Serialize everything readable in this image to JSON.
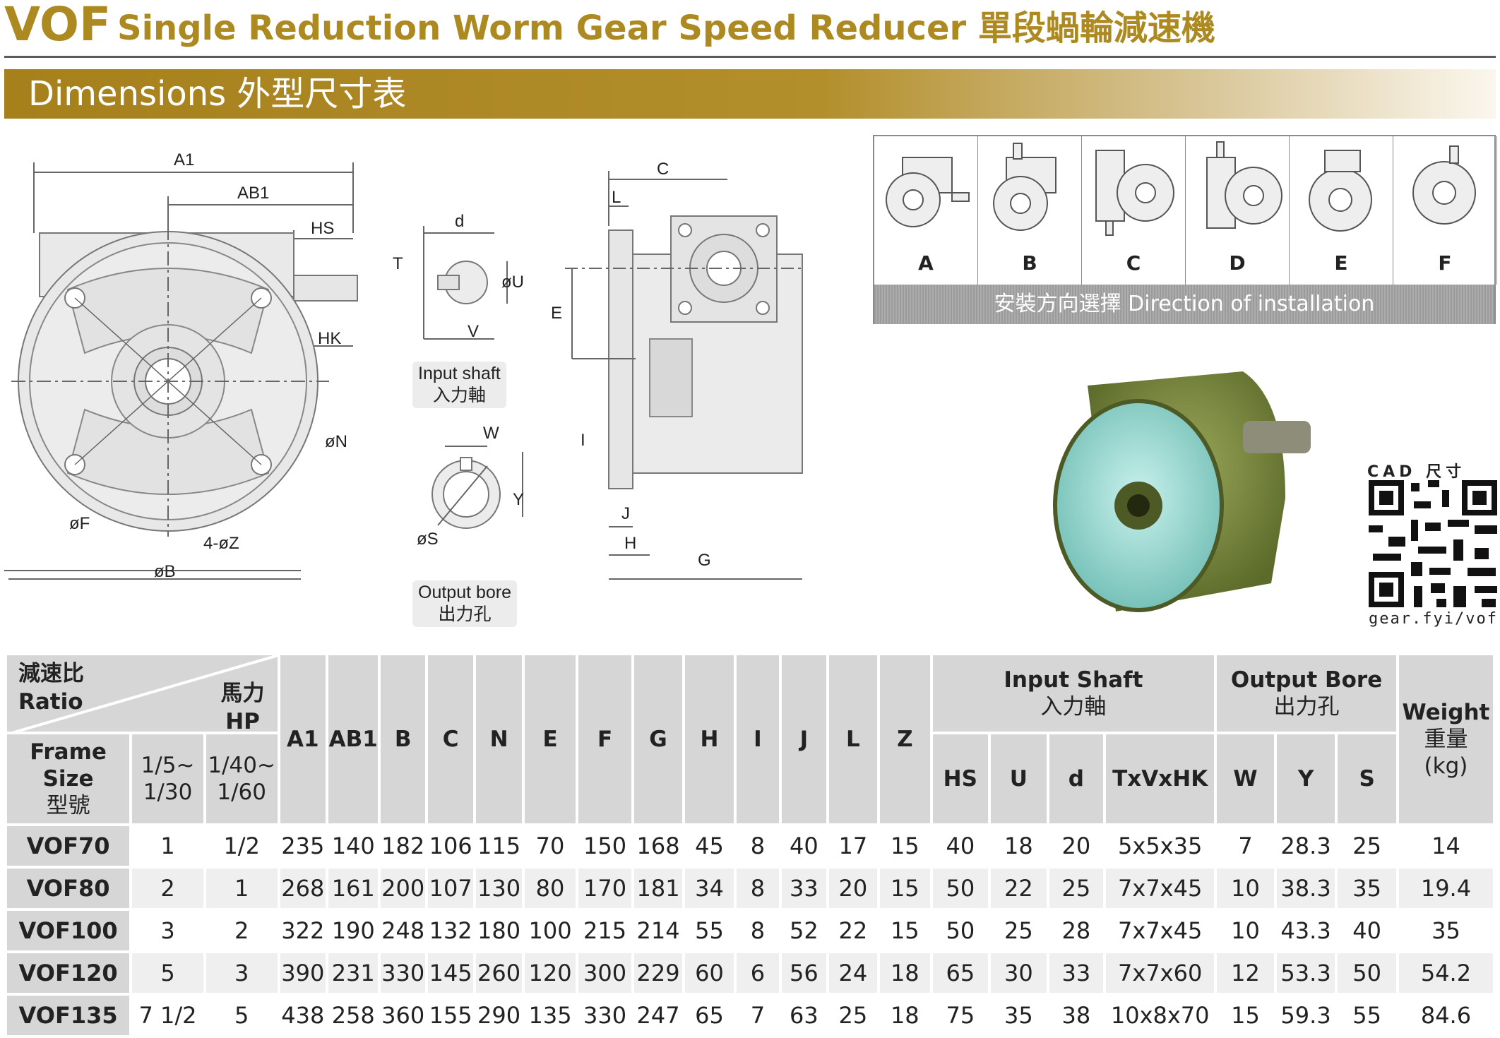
{
  "header": {
    "code": "VOF",
    "title": "Single Reduction Worm Gear Speed Reducer 單段蝸輪減速機",
    "section": "Dimensions 外型尺寸表"
  },
  "drawing_labels": {
    "front": [
      "A1",
      "AB1",
      "HS",
      "HK",
      "øN",
      "øF",
      "4-øZ",
      "øB"
    ],
    "input_shaft": {
      "d": "d",
      "T": "T",
      "U": "øU",
      "V": "V",
      "caption_en": "Input shaft",
      "caption_zh": "入力軸"
    },
    "output_bore": {
      "W": "W",
      "Y": "Y",
      "S": "øS",
      "caption_en": "Output bore",
      "caption_zh": "出力孔"
    },
    "side": [
      "C",
      "L",
      "E",
      "I",
      "J",
      "H",
      "G"
    ]
  },
  "mounting": {
    "letters": [
      "A",
      "B",
      "C",
      "D",
      "E",
      "F"
    ],
    "caption": "安裝方向選擇 Direction of installation"
  },
  "qr": {
    "label": "CAD 尺寸",
    "url": "gear.fyi/vof"
  },
  "table": {
    "corner_top": [
      "減速比",
      "Ratio"
    ],
    "corner_right": [
      "馬力",
      "HP"
    ],
    "frame_header": [
      "Frame",
      "Size",
      "型號"
    ],
    "ratio1": [
      "1/5~",
      "1/30"
    ],
    "ratio2": [
      "1/40~",
      "1/60"
    ],
    "dim_headers": [
      "A1",
      "AB1",
      "B",
      "C",
      "N",
      "E",
      "F",
      "G",
      "H",
      "I",
      "J",
      "L",
      "Z"
    ],
    "input_group": [
      "Input Shaft",
      "入力軸"
    ],
    "input_cols": [
      "HS",
      "U",
      "d",
      "TxVxHK"
    ],
    "output_group": [
      "Output Bore",
      "出力孔"
    ],
    "output_cols": [
      "W",
      "Y",
      "S"
    ],
    "weight_header": [
      "Weight",
      "重量",
      "(kg)"
    ],
    "rows": [
      [
        "VOF70",
        "1",
        "1/2",
        "235",
        "140",
        "182",
        "106",
        "115",
        "70",
        "150",
        "168",
        "45",
        "8",
        "40",
        "17",
        "15",
        "40",
        "18",
        "20",
        "5x5x35",
        "7",
        "28.3",
        "25",
        "14"
      ],
      [
        "VOF80",
        "2",
        "1",
        "268",
        "161",
        "200",
        "107",
        "130",
        "80",
        "170",
        "181",
        "34",
        "8",
        "33",
        "20",
        "15",
        "50",
        "22",
        "25",
        "7x7x45",
        "10",
        "38.3",
        "35",
        "19.4"
      ],
      [
        "VOF100",
        "3",
        "2",
        "322",
        "190",
        "248",
        "132",
        "180",
        "100",
        "215",
        "214",
        "55",
        "8",
        "52",
        "22",
        "15",
        "50",
        "25",
        "28",
        "7x7x45",
        "10",
        "43.3",
        "40",
        "35"
      ],
      [
        "VOF120",
        "5",
        "3",
        "390",
        "231",
        "330",
        "145",
        "260",
        "120",
        "300",
        "229",
        "60",
        "6",
        "56",
        "24",
        "18",
        "65",
        "30",
        "33",
        "7x7x60",
        "12",
        "53.3",
        "50",
        "54.2"
      ],
      [
        "VOF135",
        "7 1/2",
        "5",
        "438",
        "258",
        "360",
        "155",
        "290",
        "135",
        "330",
        "247",
        "65",
        "7",
        "63",
        "25",
        "18",
        "75",
        "35",
        "38",
        "10x8x70",
        "15",
        "59.3",
        "55",
        "84.6"
      ]
    ]
  }
}
